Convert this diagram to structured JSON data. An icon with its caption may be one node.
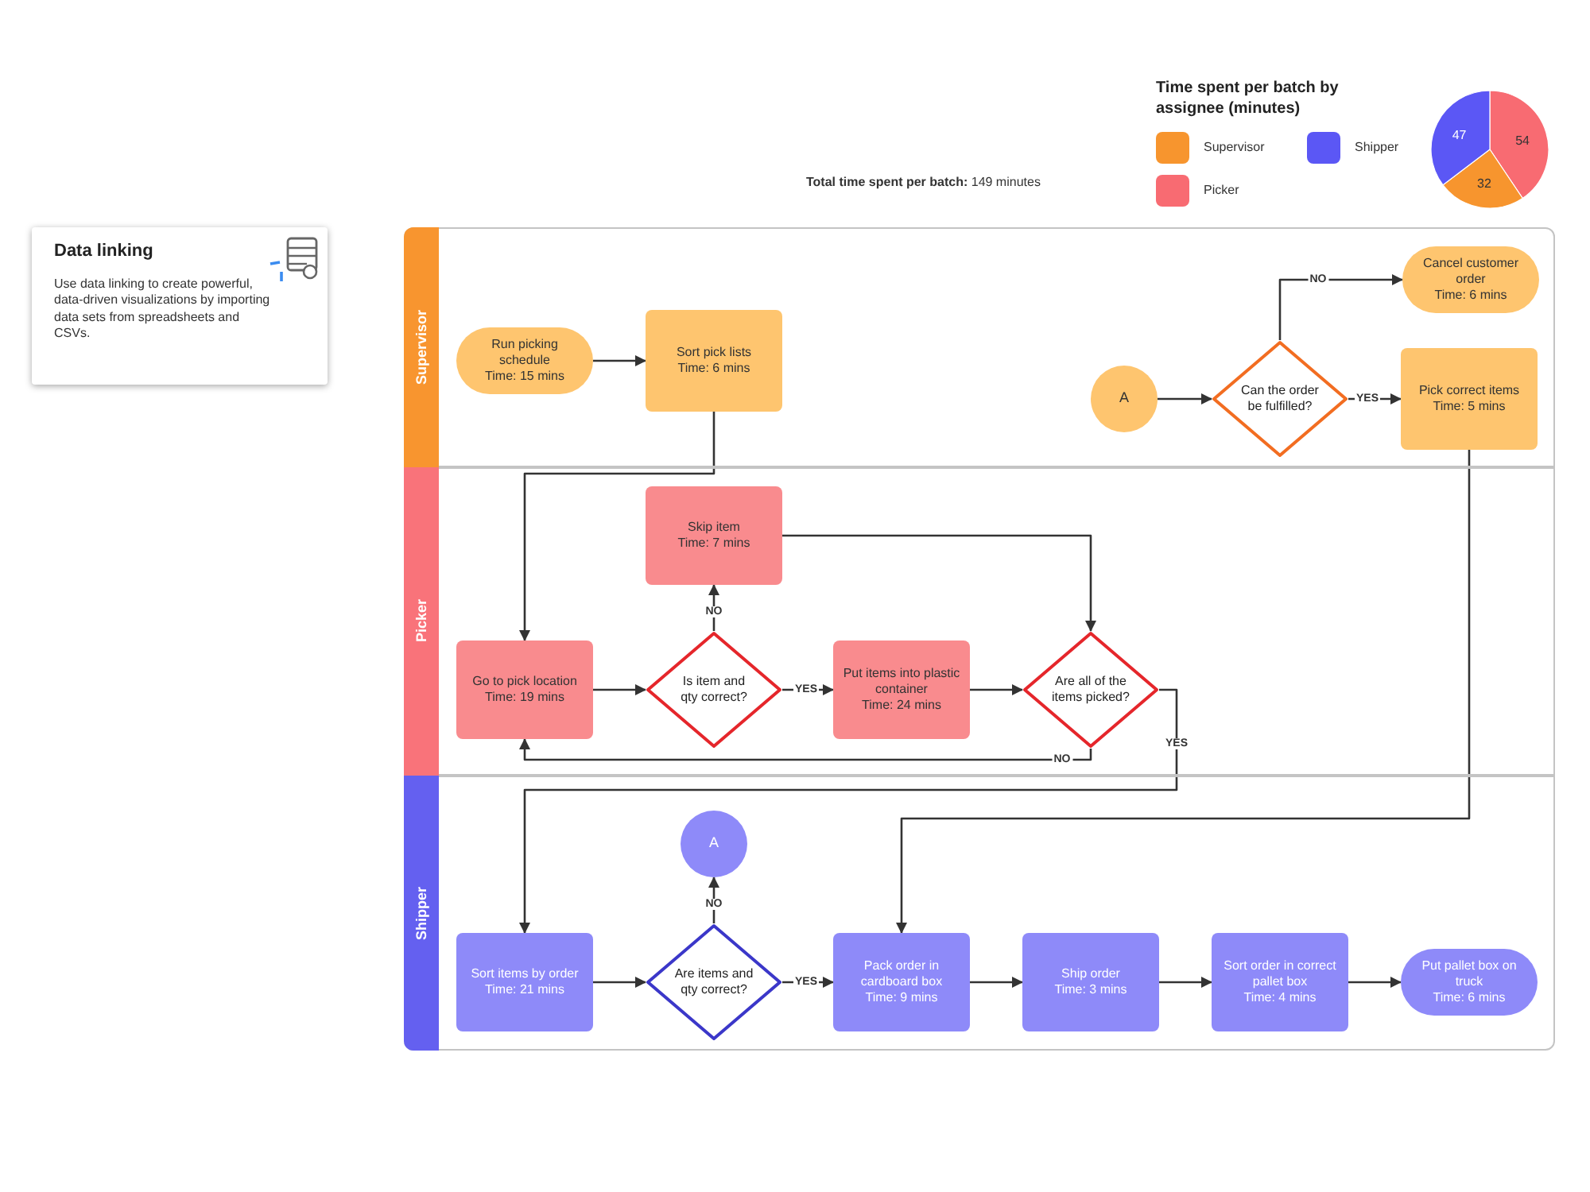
{
  "diagram": {
    "nodes": [
      {
        "text": [
          "Data linking",
          "Use data linking to create powerful, data-driven visualizations by importing data sets from spreadsheets and CSVs."
        ]
      },
      {
        "text": [
          "Supervisor"
        ]
      },
      {
        "text": [
          "Run picking schedule",
          "Time: 15 mins"
        ],
        "in": 1
      },
      {
        "text": [
          "Sort pick lists",
          "Time: 6 mins"
        ],
        "in": 1
      },
      {
        "text": [
          "A"
        ],
        "in": 1
      },
      {
        "text": [
          "Can the order be fulfilled?"
        ],
        "in": 1
      },
      {
        "text": [
          "Cancel customer order",
          "Time: 6 mins"
        ],
        "in": 1
      },
      {
        "text": [
          "Pick correct items",
          "Time: 5 mins"
        ],
        "in": 1
      },
      {
        "text": [
          "Picker"
        ]
      },
      {
        "text": [
          "Skip item",
          "Time: 7 mins"
        ],
        "in": 8
      },
      {
        "text": [
          "Go to pick location",
          "Time: 19 mins"
        ],
        "in": 8
      },
      {
        "text": [
          "Is item and qty correct?"
        ],
        "in": 8
      },
      {
        "text": [
          "Put items into plastic container",
          "Time: 24 mins"
        ],
        "in": 8
      },
      {
        "text": [
          "Are all of the items picked?"
        ],
        "in": 8
      },
      {
        "text": [
          "Shipper"
        ]
      },
      {
        "text": [
          "A"
        ],
        "in": 14
      },
      {
        "text": [
          "Sort items by order",
          "Time: 21 mins"
        ],
        "in": 14
      },
      {
        "text": [
          "Are items and qty correct?"
        ],
        "in": 14
      },
      {
        "text": [
          "Pack order in cardboard box",
          "Time: 9 mins"
        ],
        "in": 14
      },
      {
        "text": [
          "Ship order",
          "Time: 3 mins"
        ],
        "in": 14
      },
      {
        "text": [
          "Sort order in correct pallet box",
          "Time: 4 mins"
        ],
        "in": 14
      },
      {
        "text": [
          "Put pallet box on truck",
          "Time: 6 mins"
        ],
        "in": 14
      }
    ],
    "edges": [
      {
        "from": 2,
        "to": 3,
        "arrow": "to"
      },
      {
        "from": 3,
        "to": 10,
        "arrow": "to"
      },
      {
        "from": 4,
        "to": 5,
        "arrow": "to"
      },
      {
        "from": 5,
        "to": 6,
        "arrow": "to",
        "label": "NO"
      },
      {
        "from": 5,
        "to": 7,
        "arrow": "to",
        "label": "YES"
      },
      {
        "from": 7,
        "to": 18,
        "arrow": "to"
      },
      {
        "from": 10,
        "to": 11,
        "arrow": "to"
      },
      {
        "from": 11,
        "to": 12,
        "arrow": "to",
        "label": "YES"
      },
      {
        "from": 11,
        "to": 9,
        "arrow": "to",
        "label": "NO"
      },
      {
        "from": 9,
        "to": 13,
        "arrow": "to"
      },
      {
        "from": 12,
        "to": 13,
        "arrow": "to"
      },
      {
        "from": 13,
        "to": 10,
        "arrow": "to",
        "label": "NO"
      },
      {
        "from": 13,
        "to": 16,
        "arrow": "to",
        "label": "YES"
      },
      {
        "from": 16,
        "to": 17,
        "arrow": "to"
      },
      {
        "from": 17,
        "to": 18,
        "arrow": "to",
        "label": "YES"
      },
      {
        "from": 17,
        "to": 15,
        "arrow": "to",
        "label": "NO"
      },
      {
        "from": 18,
        "to": 19,
        "arrow": "to"
      },
      {
        "from": 19,
        "to": 20,
        "arrow": "to"
      },
      {
        "from": 20,
        "to": 21,
        "arrow": "to"
      }
    ],
    "labels": [
      "**Total time spent per batch:** 149 minutes"
    ],
    "legend": [
      {
        "text": "Supervisor",
        "color": "#f7952e"
      },
      {
        "text": "Shipper",
        "color": "#5b57f5"
      },
      {
        "text": "Picker",
        "color": "#f86b72"
      }
    ],
    "chart_data": {
      "type": "pie",
      "title": "Time spent per batch by assignee (minutes)",
      "values": [
        32,
        47,
        54
      ],
      "data_labels": true
    }
  }
}
